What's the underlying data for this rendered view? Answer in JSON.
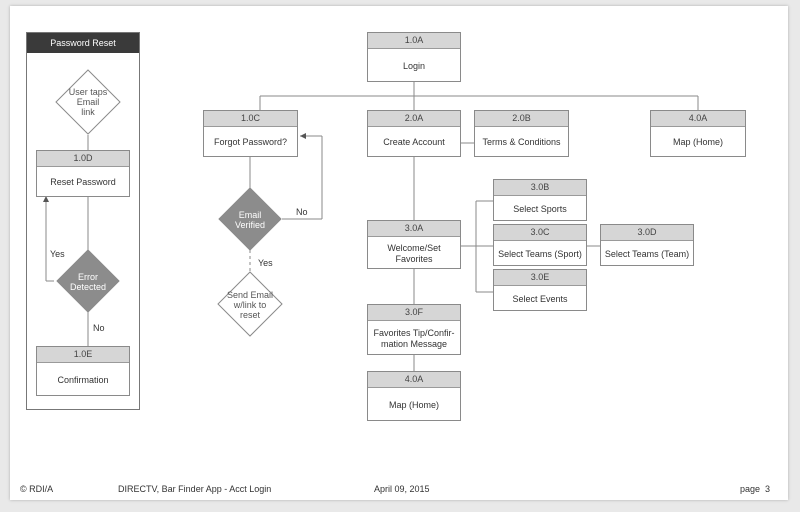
{
  "panel": {
    "title": "Password Reset"
  },
  "nodes": {
    "n1_0a": {
      "id": "1.0A",
      "label": "Login"
    },
    "n1_0c": {
      "id": "1.0C",
      "label": "Forgot Password?"
    },
    "n2_0a": {
      "id": "2.0A",
      "label": "Create Account"
    },
    "n2_0b": {
      "id": "2.0B",
      "label": "Terms & Conditions"
    },
    "n4_0a_top": {
      "id": "4.0A",
      "label": "Map (Home)"
    },
    "n3_0b": {
      "id": "3.0B",
      "label": "Select Sports"
    },
    "n3_0a": {
      "id": "3.0A",
      "label": "Welcome/Set\nFavorites"
    },
    "n3_0c": {
      "id": "3.0C",
      "label": "Select Teams (Sport)"
    },
    "n3_0d": {
      "id": "3.0D",
      "label": "Select Teams (Team)"
    },
    "n3_0e": {
      "id": "3.0E",
      "label": "Select Events"
    },
    "n3_0f": {
      "id": "3.0F",
      "label": "Favorites Tip/Confir-\nmation Message"
    },
    "n4_0a_bot": {
      "id": "4.0A",
      "label": "Map (Home)"
    },
    "n1_0d": {
      "id": "1.0D",
      "label": "Reset Password"
    },
    "n1_0e": {
      "id": "1.0E",
      "label": "Confirmation"
    }
  },
  "decisions": {
    "user_taps": "User taps\nEmail\nlink",
    "error_detected": "Error\nDetected",
    "email_verified": "Email\nVerified",
    "send_email": "Send Email\nw/link to\nreset"
  },
  "edge_labels": {
    "yes_left": "Yes",
    "no_left": "No",
    "no_right": "No",
    "yes_right": "Yes"
  },
  "footer": {
    "copyright": "© RDI/A",
    "project": "DIRECTV, Bar Finder App - Acct Login",
    "date": "April 09, 2015",
    "page_label": "page",
    "page_number": "3"
  }
}
